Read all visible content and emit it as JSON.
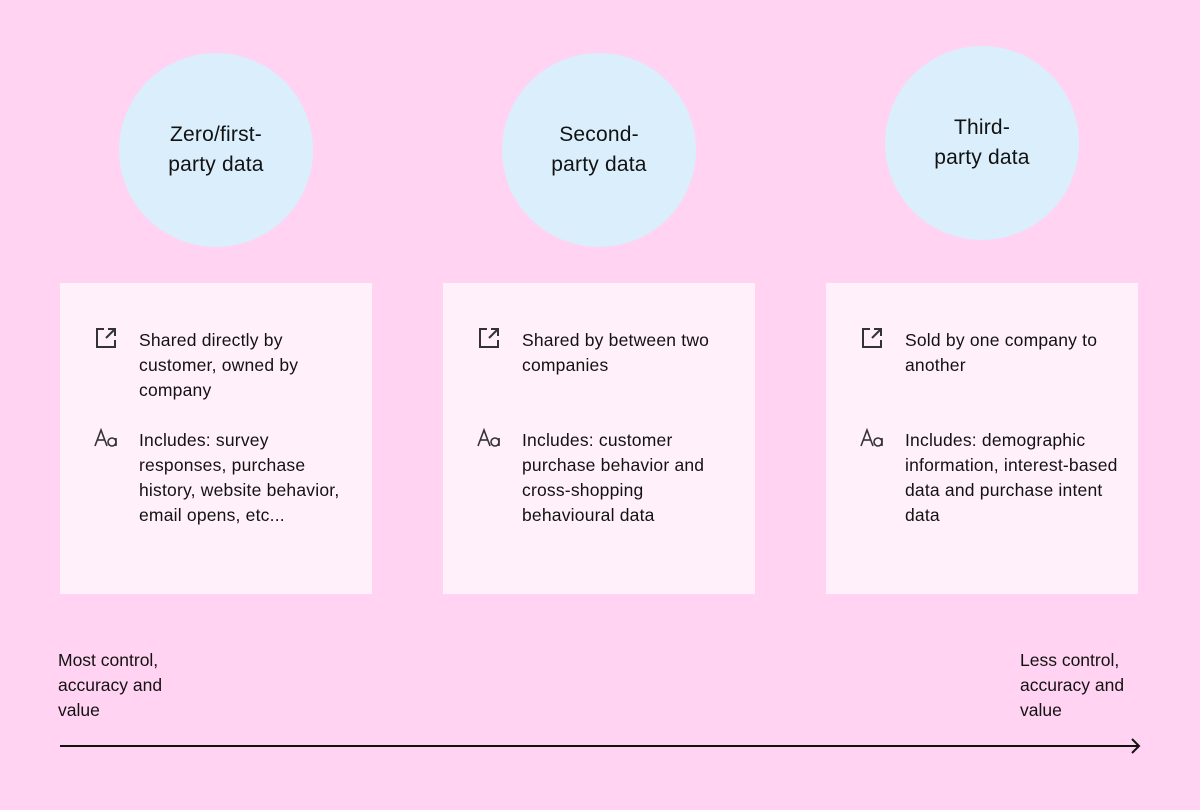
{
  "columns": [
    {
      "circle_label": "Zero/first-party data",
      "circle_lines": [
        "Zero/first-",
        "party data"
      ],
      "source_icon": "external-link-icon",
      "source_text": "Shared directly by customer, owned by company",
      "includes_icon": "typography-icon",
      "includes_text": "Includes: survey responses, purchase history, website behavior, email opens, etc..."
    },
    {
      "circle_label": "Second-party data",
      "circle_lines": [
        "Second-",
        "party data"
      ],
      "source_icon": "external-link-icon",
      "source_text": "Shared by between two companies",
      "includes_icon": "typography-icon",
      "includes_text": "Includes: customer purchase behavior and cross-shopping behavioural data"
    },
    {
      "circle_label": "Third-party data",
      "circle_lines": [
        "Third-",
        "party data"
      ],
      "source_icon": "external-link-icon",
      "source_text": "Sold by one company to another",
      "includes_icon": "typography-icon",
      "includes_text": "Includes: demographic information, interest-based data and purchase intent data"
    }
  ],
  "axis": {
    "left_label": "Most control, accuracy and value",
    "right_label": "Less control, accuracy and value"
  },
  "colors": {
    "background": "#ffd3f1",
    "circle": "#daeefc",
    "card": "#fff0f9",
    "text": "#121212"
  }
}
